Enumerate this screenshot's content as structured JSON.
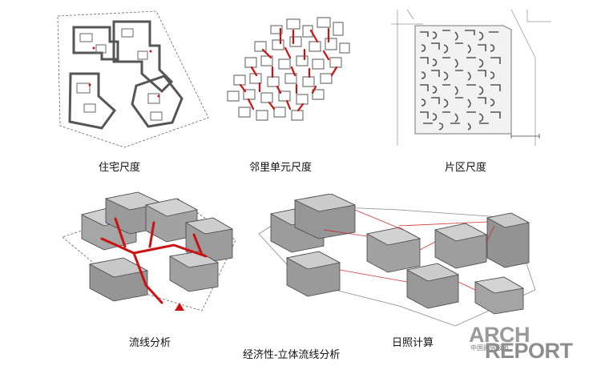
{
  "captions": {
    "residence_scale": "住宅尺度",
    "neighborhood_scale": "邻里单元尺度",
    "district_scale": "片区尺度",
    "circulation_analysis": "流线分析",
    "sunlight_calculation": "日照计算",
    "economy_title": "经济性-立体流线分析"
  },
  "logo": {
    "line1": "ARCH",
    "line2": "REPORT",
    "subtitle": "中国建筑报道"
  },
  "colors": {
    "circulation_red": "#cc1111",
    "building_gray": "#9c9c9c",
    "building_dark": "#6f6f6f",
    "line_gray": "#555555"
  }
}
